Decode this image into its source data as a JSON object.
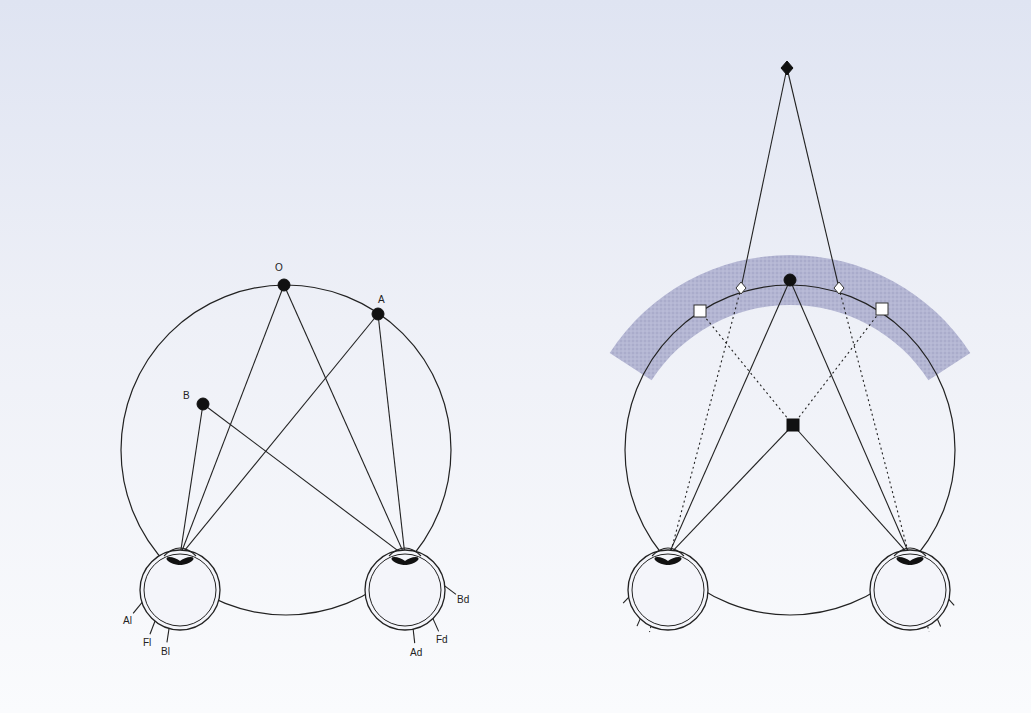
{
  "diagram": {
    "labels": [
      "O",
      "A",
      "B",
      "Al",
      "Fl",
      "Bl",
      "Ad",
      "Fd",
      "Bd"
    ]
  }
}
